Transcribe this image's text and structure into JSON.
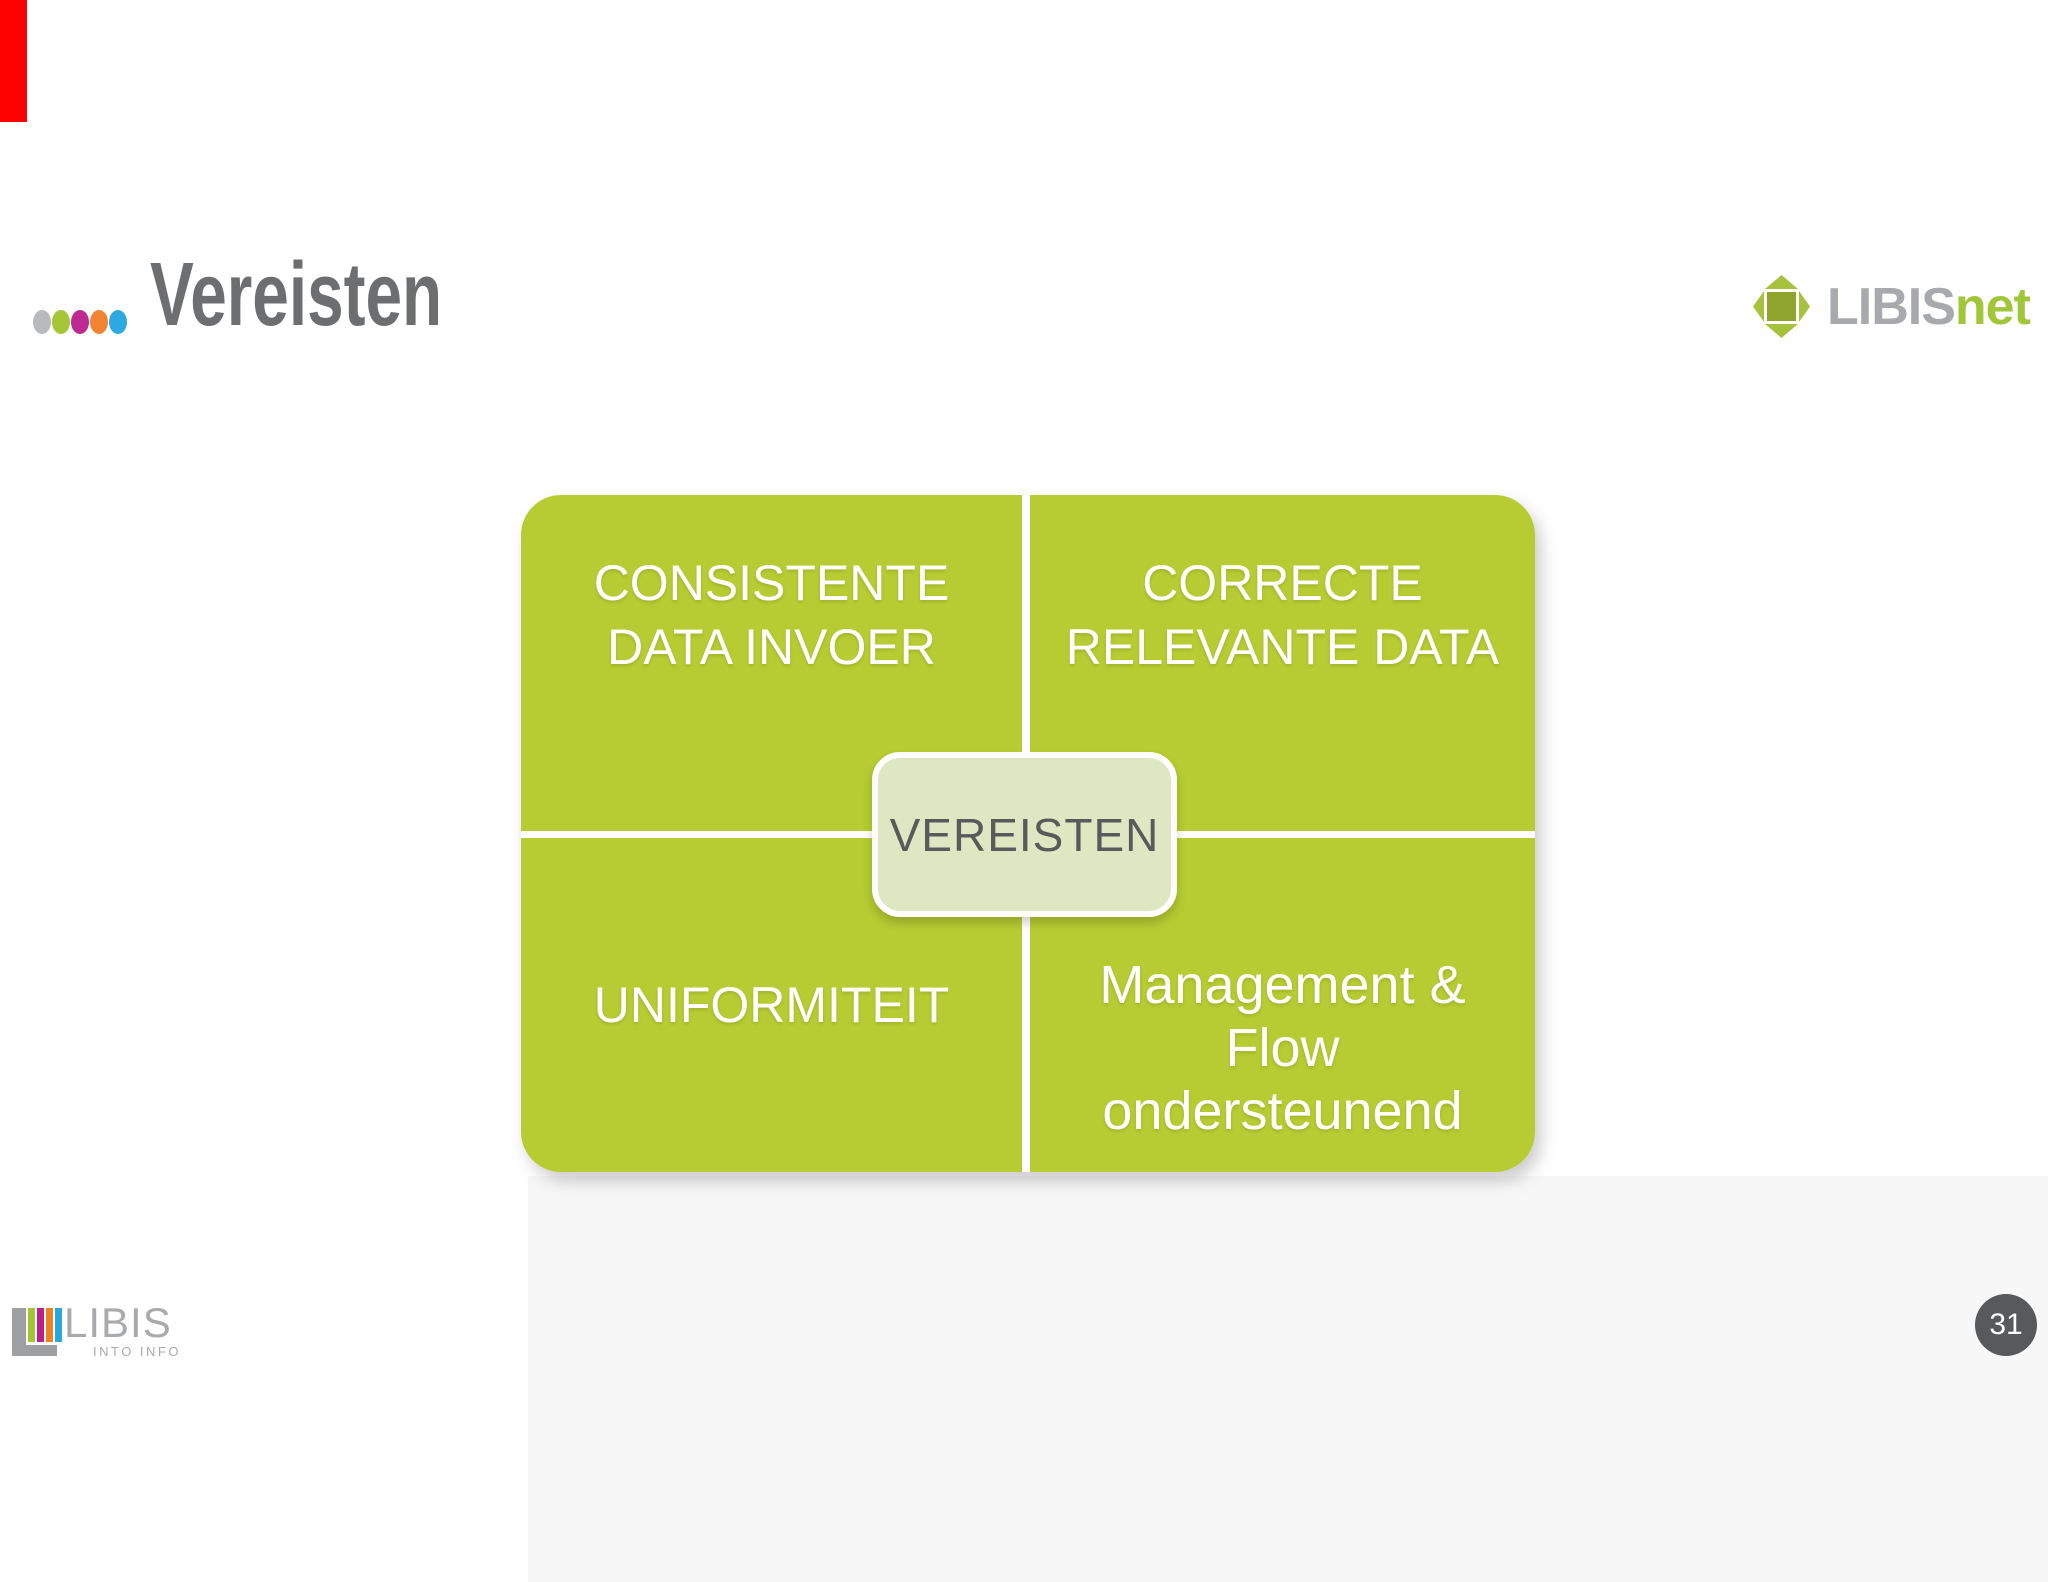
{
  "slide": {
    "title": "Vereisten",
    "page_number": "31"
  },
  "title_dots": [
    {
      "name": "gray-dot",
      "color": "#b9babc"
    },
    {
      "name": "green-dot",
      "color": "#a5c636"
    },
    {
      "name": "magenta-dot",
      "color": "#be2a92"
    },
    {
      "name": "orange-dot",
      "color": "#f08433"
    },
    {
      "name": "blue-dot",
      "color": "#2ba9e0"
    }
  ],
  "brand": {
    "libis": "LIBIS",
    "net": "net",
    "icon": "libisnet-diamond-icon"
  },
  "diagram": {
    "center_label": "VEREISTEN",
    "quadrants": [
      {
        "position": "top-left",
        "lines": [
          "CONSISTENTE",
          "DATA INVOER"
        ]
      },
      {
        "position": "top-right",
        "lines": [
          "CORRECTE",
          "RELEVANTE DATA"
        ]
      },
      {
        "position": "bottom-left",
        "lines": [
          "UNIFORMITEIT"
        ]
      },
      {
        "position": "bottom-right",
        "lines": [
          "Management &",
          "Flow",
          "ondersteunend"
        ]
      }
    ]
  },
  "footer_logo": {
    "libis": "LIBIS",
    "tagline": "INTO INFO",
    "bar_colors": [
      "#a5c634",
      "#c01d8b",
      "#ef8320",
      "#29a7df"
    ]
  },
  "colors": {
    "diagram_green": "#b6cc32",
    "center_box_fill": "#dde8c3",
    "center_box_text": "#595a5c",
    "title_gray": "#6d6e70",
    "brand_gray": "#a7a9ac",
    "brand_green": "#a2c63a",
    "page_circle_gray": "#58595b",
    "red_marker": "#fe0101",
    "gray_band": "#f7f7f7"
  }
}
